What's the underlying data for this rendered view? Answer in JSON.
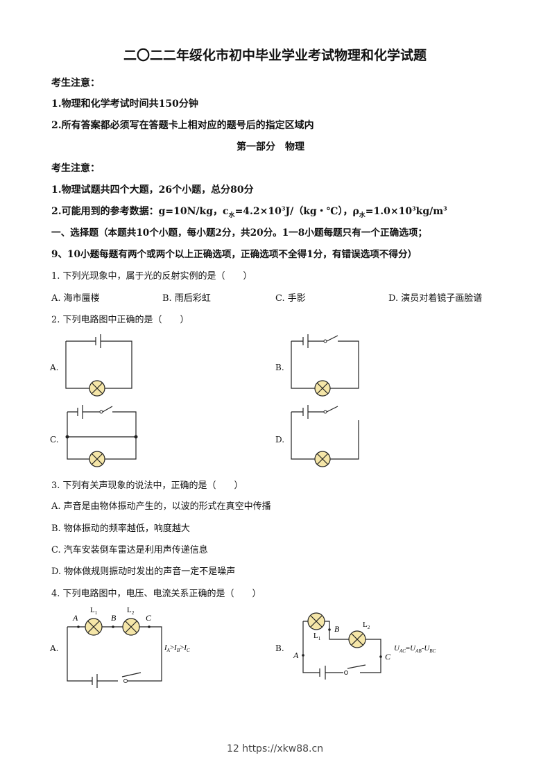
{
  "title": "二〇二二年绥化市初中毕业学业考试物理和化学试题",
  "notice": {
    "heading": "考生注意：",
    "items": [
      "1.物理和化学考试时间共150分钟",
      "2.所有答案都必须写在答题卡上相对应的题号后的指定区域内"
    ]
  },
  "part1": {
    "title": "第一部分　物理",
    "notice_heading": "考生注意：",
    "notice1": "1.物理试题共四个大题，26个小题，总分80分",
    "notice2": {
      "prefix": "2.可能用到的参考数据：g=10N/kg，c",
      "sub1": "水",
      "mid1": "=4.2×10",
      "sup1": "3",
      "mid2": "J/（kg・℃），ρ",
      "sub2": "水",
      "mid3": "=1.0×10",
      "sup2": "3",
      "mid4": "kg/m",
      "sup3": "3"
    },
    "section1_line1": "一、选择题（本题共10个小题，每小题2分，共20分。1一8小题每题只有一个正确选项；",
    "section1_line2": "9、10小题每题有两个或两个以上正确选项，正确选项不全得1分，有错误选项不得分）"
  },
  "q1": {
    "stem": "1. 下列光现象中，属于光的反射实例的是（　　）",
    "options": [
      "A.  海市蜃楼",
      "B.  雨后彩虹",
      "C.  手影",
      "D.  演员对着镜子画脸谱"
    ]
  },
  "q2": {
    "stem": "2. 下列电路图中正确的是（　　）",
    "labels": [
      "A.",
      "B.",
      "C.",
      "D."
    ]
  },
  "q3": {
    "stem": "3. 下列有关声现象的说法中，正确的是（　　）",
    "options": [
      "A.  声音是由物体振动产生的，以波的形式在真空中传播",
      "B.  物体振动的频率越低，响度越大",
      "C.  汽车安装倒车雷达是利用声传递信息",
      "D.  物体做规则振动时发出的声音一定不是噪声"
    ]
  },
  "q4": {
    "stem": "4. 下列电路图中，电压、电流关系正确的是（　　）",
    "labels": [
      "A.",
      "B."
    ],
    "a": {
      "A": "A",
      "B": "B",
      "C": "C",
      "L1": "L",
      "L1_sub": "1",
      "L2": "L",
      "L2_sub": "2",
      "rel_I1": "I",
      "rel_s1": "A",
      "rel_gt1": ">",
      "rel_I2": "I",
      "rel_s2": "B",
      "rel_gt2": ">",
      "rel_I3": "I",
      "rel_s3": "C"
    },
    "b": {
      "A": "A",
      "B": "B",
      "C": "C",
      "L1": "L",
      "L1_sub": "1",
      "L2": "L",
      "L2_sub": "2",
      "rel_U1": "U",
      "rel_s1": "AC",
      "rel_eq": "=",
      "rel_U2": "U",
      "rel_s2": "AB",
      "rel_minus": "-",
      "rel_U3": "U",
      "rel_s3": "BC"
    }
  },
  "footer": "12 https://xkw88.cn"
}
